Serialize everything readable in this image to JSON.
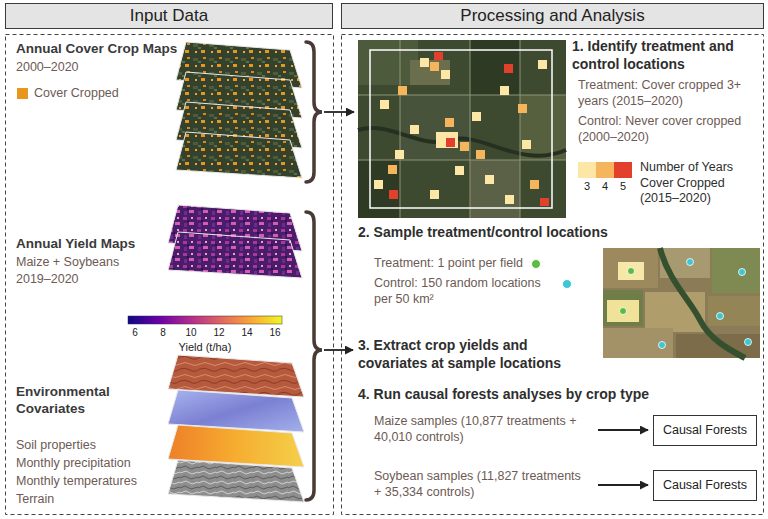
{
  "diagram": {
    "nodes": [
      {
        "text": [
          "Input Data"
        ]
      },
      {
        "text": [
          "Processing and Analysis"
        ]
      },
      {
        "text": [
          "Causal Forests"
        ]
      },
      {
        "text": [
          "Causal Forests"
        ]
      }
    ],
    "labels": [
      "Annual Cover Crop Maps",
      "2000–2020",
      "Annual Yield Maps",
      "Maize + Soybeans",
      "2019–2020",
      "6",
      "8",
      "10",
      "12",
      "14",
      "16",
      "Yield (t/ha)",
      "Environmental Covariates",
      "Soil properties",
      "Monthly precipitation",
      "Monthly temperatures",
      "Terrain",
      "1. Identify treatment and control locations",
      "Treatment: Cover cropped 3+ years (2015–2020)",
      "Control: Never cover cropped (2000–2020)",
      "Number of Years Cover Cropped (2015–2020)",
      "2. Sample treatment/control locations",
      "3. Extract crop yields and covariates at sample locations",
      "4. Run causal forests analyses by crop type",
      "Maize samples (10,877 treatments + 40,010 controls)",
      "Soybean samples (11,827 treatments + 35,334 controls)"
    ],
    "legend": [
      {
        "text": "Cover Cropped",
        "color": "#e8961e"
      },
      {
        "text": "3",
        "color": "#fde7a6"
      },
      {
        "text": "4",
        "color": "#f5b55c"
      },
      {
        "text": "5",
        "color": "#e2402c"
      },
      {
        "text": "Treatment: 1 point per field",
        "color": "#5dbb3f"
      },
      {
        "text": "Control: 150 random locations per 50 km²",
        "color": "#3cc6d6"
      }
    ]
  }
}
